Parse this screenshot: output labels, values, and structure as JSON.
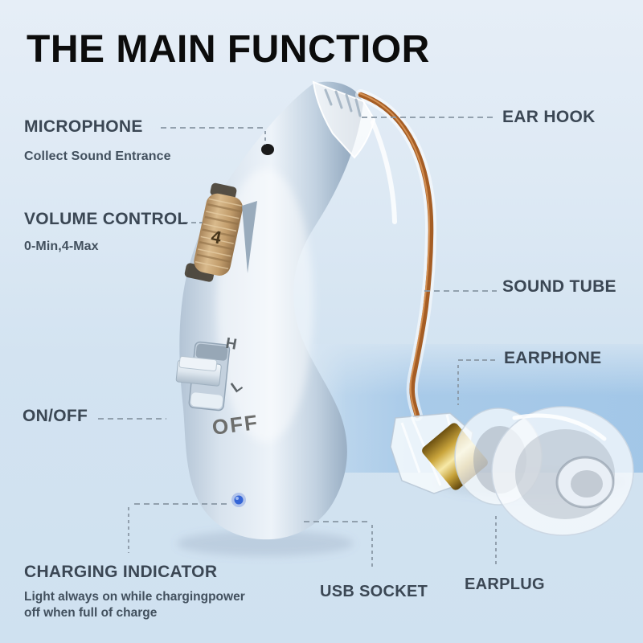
{
  "title": "THE MAIN FUNCTIOR",
  "callouts": {
    "microphone": {
      "label": "MICROPHONE",
      "sublabel": "Collect Sound Entrance"
    },
    "ear_hook": {
      "label": "EAR HOOK"
    },
    "volume_control": {
      "label": "VOLUME CONTROL",
      "sublabel": "0-Min,4-Max"
    },
    "sound_tube": {
      "label": "SOUND TUBE"
    },
    "earphone": {
      "label": "EARPHONE"
    },
    "on_off": {
      "label": "ON/OFF"
    },
    "charging_indicator": {
      "label": "CHARGING INDICATOR",
      "sublabel_line1": "Light always on while chargingpower",
      "sublabel_line2": "off when full of charge"
    },
    "usb_socket": {
      "label": "USB SOCKET"
    },
    "earplug": {
      "label": "EARPLUG"
    }
  },
  "device": {
    "volume_wheel_value": "4",
    "switch_high": "H",
    "switch_low": "L",
    "switch_off": "OFF"
  },
  "colors": {
    "background_top": "#e6eef7",
    "background_bottom": "#cfe1f0",
    "band_blue": "#a6c9e8",
    "title_text": "#0c0c0c",
    "label_text": "#3b4754",
    "dashed_line": "#8b99a6",
    "device_body_highlight": "#edf3f9",
    "device_body_shadow": "#8da2b9",
    "volume_wheel_tan": "#c6a172",
    "sound_tube_copper": "#a55d24",
    "gold_driver": "#d4b04a",
    "led_blue": "#3565d6",
    "mic_hole": "#1a1a1a"
  }
}
